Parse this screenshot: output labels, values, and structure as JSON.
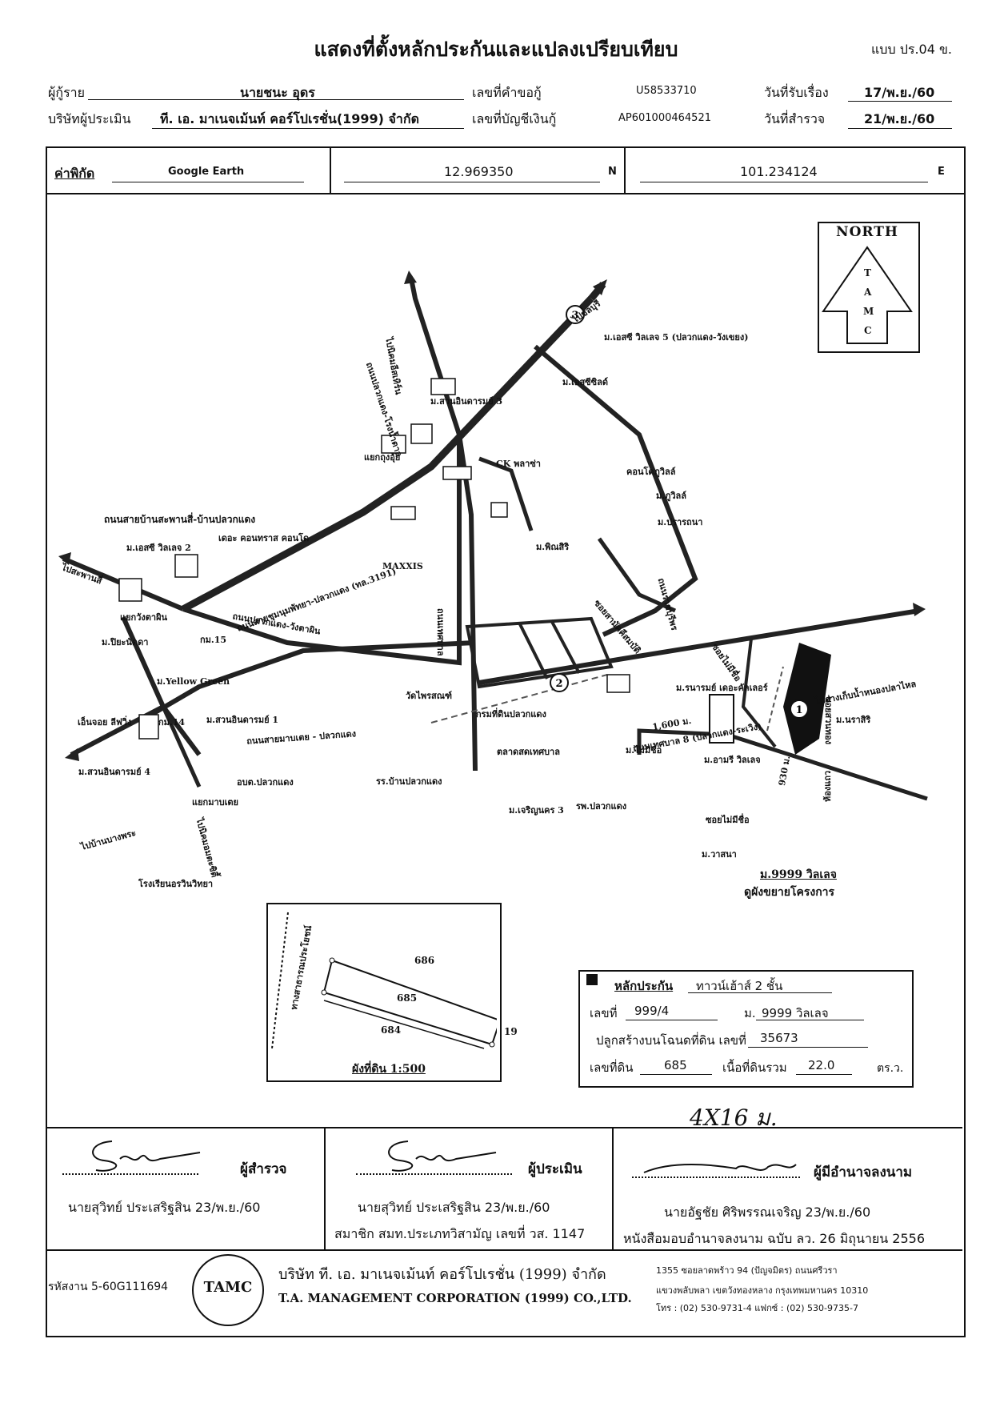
{
  "header": {
    "title": "แสดงที่ตั้งหลักประกันและแปลงเปรียบเทียบ",
    "form_code": "แบบ ปร.04 ข."
  },
  "info": {
    "borrower_label": "ผู้กู้ราย",
    "borrower_value": "นายชนะ อุดร",
    "request_no_label": "เลขที่คำขอกู้",
    "request_no_value": "U58533710",
    "received_date_label": "วันที่รับเรื่อง",
    "received_date_value": "17/พ.ย./60",
    "company_label": "บริษัทผู้ประเมิน",
    "company_value": "ที. เอ. มาเนจเม้นท์ คอร์โปเรชั่น(1999) จำกัด",
    "account_no_label": "เลขที่บัญชีเงินกู้",
    "account_no_value": "AP601000464521",
    "survey_date_label": "วันที่สำรวจ",
    "survey_date_value": "21/พ.ย./60"
  },
  "coords": {
    "label": "ค่าพิกัด",
    "source": "Google Earth",
    "lat": "12.969350",
    "lat_suffix": "N",
    "lon": "101.234124",
    "lon_suffix": "E"
  },
  "map": {
    "north_title": "NORTH",
    "north_letters": [
      "T",
      "A",
      "M",
      "C"
    ],
    "labels": [
      "ไปชลบุรี",
      "ม.เอสซี วิลเลจ 5 (ปลวกแดง-วังเขยง)",
      "ม.เอสซีซิลด์",
      "ไปนิคมอีสเทิร์น",
      "ถนนปลวกแดง-โรงน้ำตาล",
      "ม.สวนอินดารมย์ 3",
      "แยกถุงอุ้ย",
      "CK พลาซ่า",
      "คอนโดภูวิลล์",
      "ม.ภูวิลล์",
      "ม.ปรารถนา",
      "ถนนสายบ้านสะพานสี่-บ้านปลวกแดง",
      "เดอะ คอนทราส คอนโด",
      "ม.เอสซี วิลเลจ 2",
      "ไปสะพานสี่",
      "ม.พิณสิริ",
      "MAXXIS",
      "ถนนสายชุมนุมพัทยา-ปลวกแดง (ทล.3191)",
      "ถนนปลวกแดง-วังตาผิน",
      "แยกวังตาผิน",
      "กม.15",
      "ม.ปิยะนัดดา",
      "ม.Yellow Green",
      "ถนนเทศบาล",
      "ถนนราชบุรีพร",
      "ซอยไม่มีชื่อ",
      "ซอยสามัคคีสมบัติ",
      "ม.รนารมย์ เดอะคัลเลอร์",
      "ไปอ่างเก็บน้ำหนองปลาไหล",
      "วัดไพรสณฑ์",
      "กรมที่ดินปลวกแดง",
      "เอ็นจอย ลีฟวิ่ง",
      "กม.14",
      "ม.สวนอินดารมย์ 1",
      "ถนนสายมาบเตย - ปลวกแดง",
      "อบต.ปลวกแดง",
      "ตลาดสดเทศบาล",
      "ม.ไม่มีชื่อ",
      "ถนนเทศบาล 8 (ปลวกแดง-ระเวิง)",
      "1,600 ม.",
      "ม.อามรี วิลเลจ",
      "ซอยสวนทอง",
      "ม.นราสิริ",
      "ม.สวนอินดารมย์ 4",
      "แยกมาบเตย",
      "รร.บ้านปลวกแดง",
      "ม.เจริญนคร 3",
      "รพ.ปลวกแดง",
      "ไปบ้านบางพระ",
      "ไปนิคมอมตะซิตี้",
      "โรงเรียนอรวินวิทยา",
      "ซอยไม่มีชื่อ",
      "ม.วาสนา",
      "930 ม.",
      "ห้องแถว",
      "ม.9999 วิลเลจ",
      "ดูผังขยายโครงการ"
    ],
    "markers": [
      "1",
      "2",
      "3"
    ]
  },
  "plot": {
    "parcels": [
      "686",
      "685",
      "684",
      "19"
    ],
    "road_label": "ทางสาธารณประโยชน์",
    "caption": "ผังที่ดิน 1:500"
  },
  "collateral": {
    "title": "หลักประกัน",
    "type": "ทาวน์เฮ้าส์ 2 ชั้น",
    "no_label": "เลขที่",
    "no_value": "999/4",
    "village_prefix": "ม.",
    "village_value": "9999 วิลเลจ",
    "deed_label": "ปลูกสร้างบนโฉนดที่ดิน เลขที่",
    "deed_value": "35673",
    "parcel_label": "เลขที่ดิน",
    "parcel_value": "685",
    "area_label": "เนื้อที่ดินรวม",
    "area_value": "22.0",
    "area_unit": "ตร.ว.",
    "handwritten": "4X16 ม."
  },
  "signatures": {
    "surveyor_role": "ผู้สำรวจ",
    "surveyor_name": "นายสุวิทย์ ประเสริฐสิน 23/พ.ย./60",
    "appraiser_role": "ผู้ประเมิน",
    "appraiser_name": "นายสุวิทย์ ประเสริฐสิน 23/พ.ย./60",
    "appraiser_member": "สมาชิก สมท.ประเภทวิสามัญ เลขที่ วส. 1147",
    "authorized_role": "ผู้มีอำนาจลงนาม",
    "authorized_name": "นายอัฐชัย ศิริพรรณเจริญ 23/พ.ย./60",
    "authorized_doc": "หนังสือมอบอำนาจลงนาม ฉบับ ลว. 26 มิถุนายน 2556"
  },
  "footer": {
    "job_code": "รหัสงาน 5-60G111694",
    "logo_text": "TAMC",
    "company_th": "บริษัท ที. เอ. มาเนจเม้นท์ คอร์โปเรชั่น (1999) จำกัด",
    "company_en": "T.A. MANAGEMENT CORPORATION (1999) CO.,LTD.",
    "address1": "1355 ซอยลาดพร้าว 94 (ปัญจมิตร) ถนนศรีวรา",
    "address2": "แขวงพลับพลา เขตวังทองหลาง กรุงเทพมหานคร 10310",
    "phone": "โทร : (02) 530-9731-4 แฟกซ์ : (02) 530-9735-7"
  }
}
